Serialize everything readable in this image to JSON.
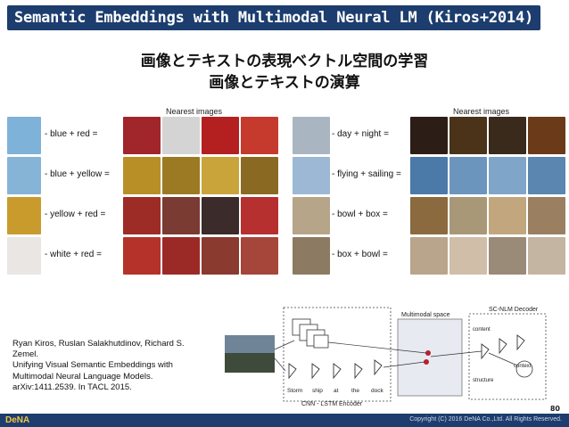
{
  "header": {
    "title": "Semantic Embeddings with Multimodal Neural LM (Kiros+2014)"
  },
  "subtitle": {
    "line1": "画像とテキストの表現ベクトル空間の学習",
    "line2": "画像とテキストの演算"
  },
  "left_panel": {
    "nearest_label": "Nearest images",
    "rows": [
      {
        "query_color": "#7fb2d8",
        "equation": "- blue + red =",
        "results": [
          "#a0262b",
          "#d4d4d4",
          "#b3201f",
          "#c53a2c"
        ]
      },
      {
        "query_color": "#86b4d6",
        "equation": "- blue + yellow =",
        "results": [
          "#b88f27",
          "#9c7a24",
          "#c9a43a",
          "#8a6a22"
        ]
      },
      {
        "query_color": "#c99b2c",
        "equation": "- yellow + red =",
        "results": [
          "#9e2c26",
          "#7a3b32",
          "#3b2b2b",
          "#b63030"
        ]
      },
      {
        "query_color": "#e9e6e4",
        "equation": "- white + red =",
        "results": [
          "#b5322a",
          "#9b2a27",
          "#8a3a2e",
          "#a6453a"
        ]
      }
    ]
  },
  "right_panel": {
    "nearest_label": "Nearest images",
    "rows": [
      {
        "query_color": "#a9b6c2",
        "equation": "- day + night =",
        "results": [
          "#2c1e16",
          "#4a3318",
          "#3a2a1c",
          "#6b3a18"
        ]
      },
      {
        "query_color": "#9cb8d4",
        "equation": "- flying + sailing =",
        "results": [
          "#4c7aa8",
          "#6c95bd",
          "#7fa6c9",
          "#5a86b0"
        ]
      },
      {
        "query_color": "#b7a58a",
        "equation": "- bowl + box =",
        "results": [
          "#8b6a3f",
          "#a89878",
          "#c2a77e",
          "#9a8060"
        ]
      },
      {
        "query_color": "#8c7a62",
        "equation": "- box + bowl =",
        "results": [
          "#b9a58c",
          "#d0bea8",
          "#9a8a78",
          "#c4b5a2"
        ]
      }
    ]
  },
  "citation": {
    "lines": [
      "Ryan Kiros, Ruslan Salakhutdinov, Richard S.",
      "Zemel.",
      "Unifying Visual Semantic Embeddings with",
      "Multimodal Neural  Language  Models.",
      "arXiv:1411.2539. In TACL 2015."
    ]
  },
  "diagram": {
    "multimodal_label": "Multimodal space",
    "decoder_label": "SC-NLM Decoder",
    "encoder_label": "CNN - LSTM Encoder",
    "content_label": "content",
    "structure_label": "structure",
    "context_label": "context",
    "words": [
      "Storm",
      "ship",
      "at",
      "the",
      "dock"
    ]
  },
  "footer": {
    "page_number": "80",
    "logo": "DeNA",
    "copyright": "Copyright (C) 2016 DeNA Co.,Ltd. All Rights Reserved."
  }
}
